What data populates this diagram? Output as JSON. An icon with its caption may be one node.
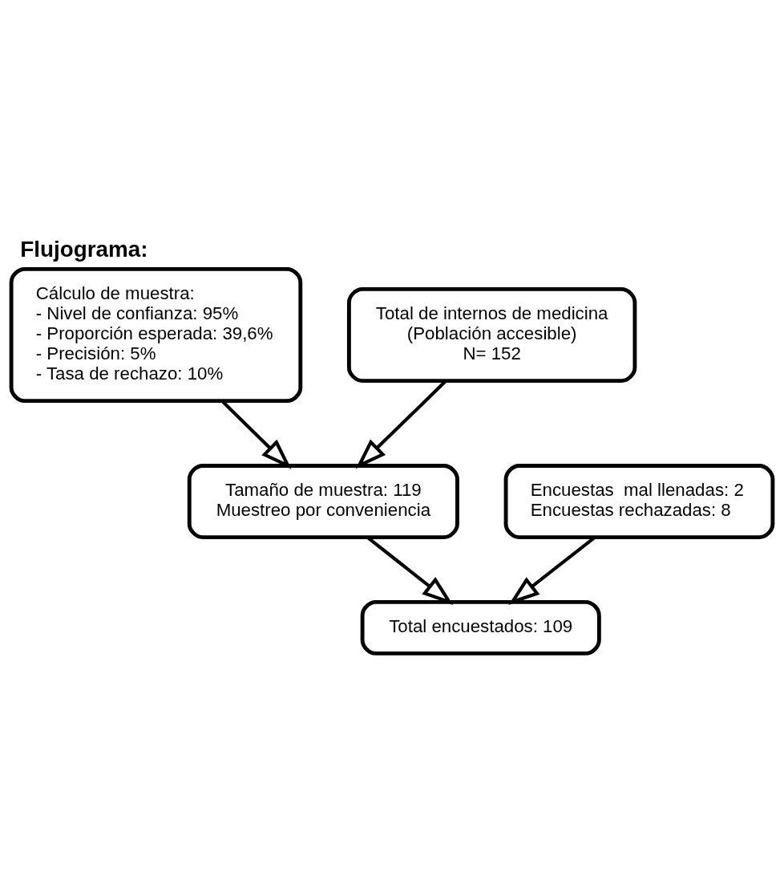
{
  "diagram": {
    "title": "Flujograma:",
    "nodes": [
      {
        "text": [
          "Total de internos de medicina",
          "(Población accesible)",
          "N= 152"
        ]
      },
      {
        "text": [
          "Cálculo de muestra:",
          "- Nivel de confianza: 95%",
          "- Proporción esperada: 39,6%",
          "- Precisión: 5%",
          "- Tasa de rechazo: 10%"
        ]
      },
      {
        "text": [
          "Tamaño de muestra: 119",
          "Muestreo por conveniencia"
        ]
      },
      {
        "text": [
          "Encuestas  mal llenadas: 2",
          "Encuestas rechazadas: 8"
        ]
      },
      {
        "text": [
          "Total encuestados: 109"
        ]
      }
    ],
    "edges": [
      {
        "from": 0,
        "to": 2,
        "arrow": "to"
      },
      {
        "from": 1,
        "to": 2,
        "arrow": "to"
      },
      {
        "from": 2,
        "to": 4,
        "arrow": "to"
      },
      {
        "from": 3,
        "to": 4,
        "arrow": "to"
      }
    ]
  }
}
